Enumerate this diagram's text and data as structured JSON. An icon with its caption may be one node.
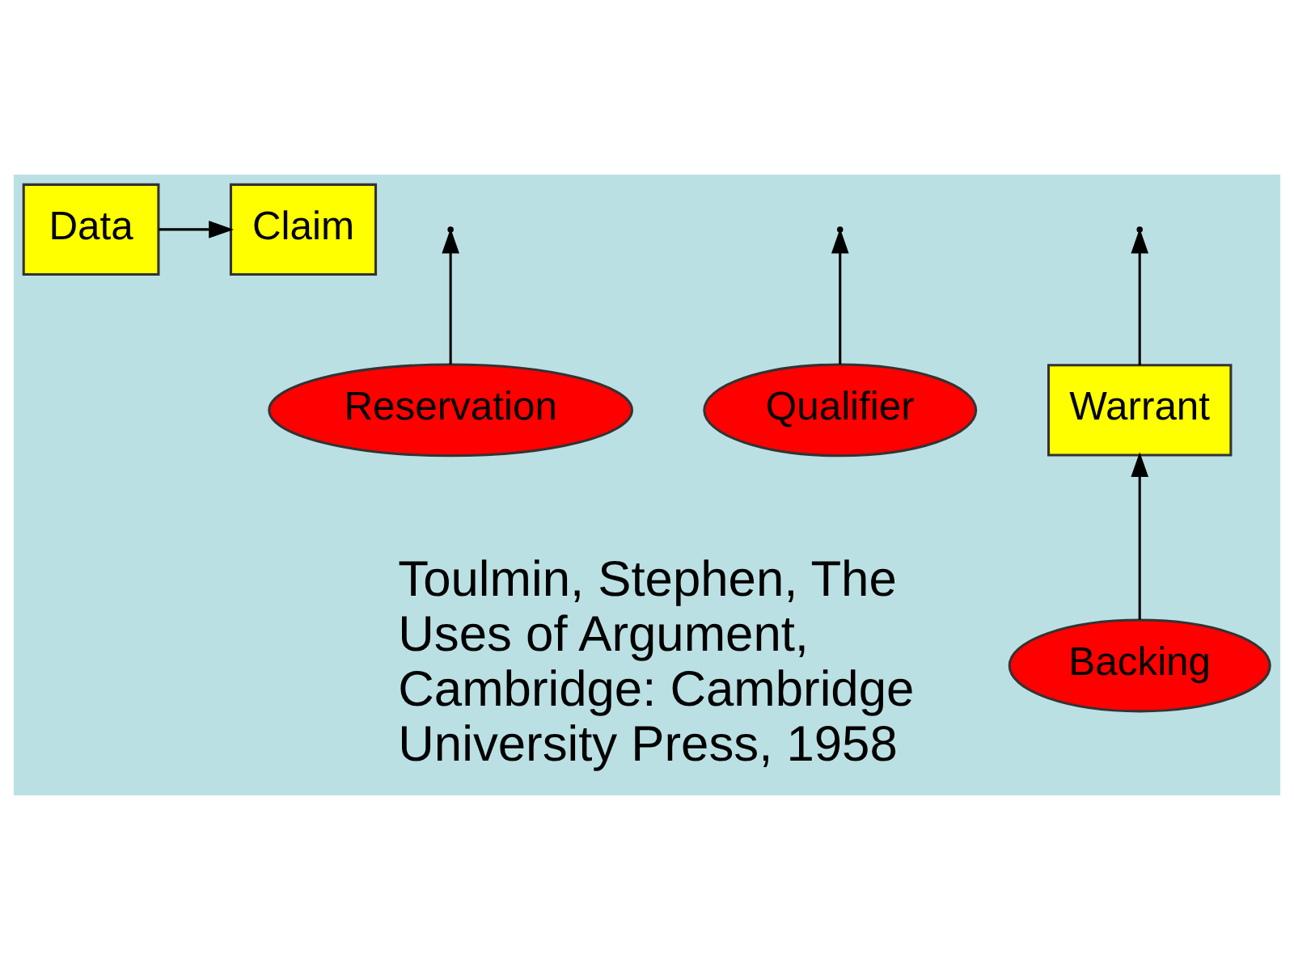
{
  "diagram": {
    "nodes": [
      {
        "text": [
          "Data"
        ]
      },
      {
        "text": [
          "Claim"
        ]
      },
      {
        "text": [
          "Warrant"
        ]
      },
      {
        "text": [
          "Reservation"
        ]
      },
      {
        "text": [
          "Backing"
        ]
      },
      {
        "text": [
          "Qualifier"
        ]
      }
    ],
    "edges": [
      {
        "from": 0,
        "to": 1,
        "arrow": "to"
      },
      {
        "from": 2,
        "to": null,
        "arrow": "to"
      },
      {
        "from": 4,
        "to": 2,
        "arrow": "to"
      },
      {
        "from": 5,
        "to": null,
        "arrow": "to"
      },
      {
        "from": 3,
        "to": null,
        "arrow": "to"
      }
    ],
    "labels": [
      "Toulmin, Stephen, The Uses of Argument, Cambridge: Cambridge University Press, 1958"
    ]
  }
}
